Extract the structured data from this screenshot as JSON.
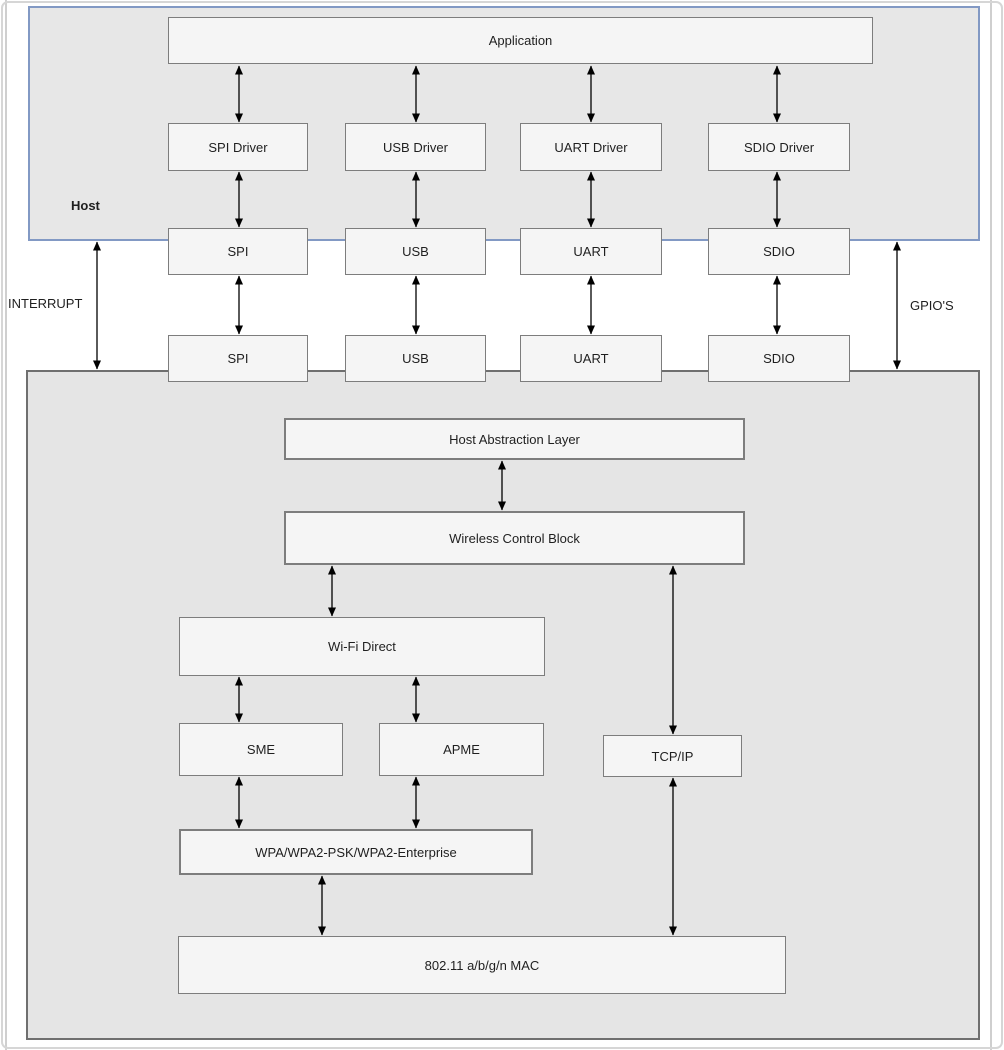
{
  "diagram": {
    "host": {
      "label": "Host",
      "application": "Application",
      "drivers": [
        "SPI Driver",
        "USB Driver",
        "UART Driver",
        "SDIO Driver"
      ],
      "interfaces": [
        "SPI",
        "USB",
        "UART",
        "SDIO"
      ]
    },
    "signals": {
      "interrupt": "INTERRUPT",
      "gpios": "GPIO'S"
    },
    "device": {
      "interfaces": [
        "SPI",
        "USB",
        "UART",
        "SDIO"
      ],
      "hal": "Host Abstraction Layer",
      "wcb": "Wireless Control Block",
      "wifi_direct": "Wi-Fi Direct",
      "sme": "SME",
      "apme": "APME",
      "tcpip": "TCP/IP",
      "wpa": "WPA/WPA2-PSK/WPA2-Enterprise",
      "mac": "802.11 a/b/g/n MAC"
    }
  },
  "colors": {
    "host_fill": "#e7e7e7",
    "host_border": "#8299c4",
    "chip_fill": "#e5e5e5",
    "chip_border": "#6f6f6f",
    "box_fill": "#f5f5f5",
    "box_border": "#7d7d7d",
    "line": "#000000",
    "frame": "#d6d6d6",
    "paper_edge": "#cfcfcf",
    "text": "#1f1f1f"
  }
}
